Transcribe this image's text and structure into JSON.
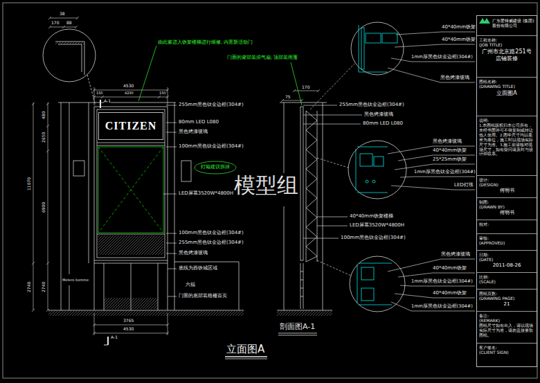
{
  "diagram": {
    "title": "立面图A",
    "nodes": [
      {
        "text": [
          "CITIZEN"
        ]
      },
      {
        "text": [
          "广东爱得威建设 (集团) 股份有限公司"
        ]
      },
      {
        "text": [
          "工程名称:",
          "(JOB TITLE)",
          "广州市北京路251号 店铺装修"
        ],
        "in": 1
      },
      {
        "text": [
          "图纸名称:",
          "(DRAWING TITLE)",
          "立面图A"
        ],
        "in": 1
      },
      {
        "text": [
          "说明:",
          "1.本图纸版权归本公司所有，未经书面许可不得复制或转让他人使用。2.图中尺寸均以毫米为单位，施工时以现场实际尺寸为准。3.施工前请核对现场尺寸，如有疑问请及时与设计师联系。"
        ],
        "in": 1
      },
      {
        "text": [
          "设计:",
          "(DESIGN)",
          "何明书"
        ],
        "in": 1
      },
      {
        "text": [
          "制图:",
          "(DRAWN BY)",
          "何明书"
        ],
        "in": 1
      },
      {
        "text": [
          "校对:"
        ],
        "in": 1
      },
      {
        "text": [
          "审核:",
          "(APPROVED)"
        ],
        "in": 1
      },
      {
        "text": [
          "日期:",
          "(DATE)",
          "2011-08-26"
        ],
        "in": 1
      },
      {
        "text": [
          "比例:",
          "(SCALE)"
        ],
        "in": 1
      },
      {
        "text": [
          "图纸页数:",
          "(DRAWING PAGE)",
          "21"
        ],
        "in": 1
      },
      {
        "text": [
          "备注:",
          "(REMARK)",
          "图纸尺寸如有出入，请以现场实际尺寸为准，请勿直接量取图纸。"
        ],
        "in": 1
      },
      {
        "text": [
          "客户签名:",
          "(CLIENT SIGN)"
        ],
        "in": 1
      }
    ],
    "labels": [
      "38",
      "170",
      "88",
      "4530",
      "150",
      "4230",
      "150",
      "A-1",
      "由此窗进入铁架楼梯进行维修, 内置新活动门",
      "门面的背部装排气扇, 顶部装雨蓬",
      "255mm黑色钛金边框(304#)",
      "80mm LED L080",
      "黑色烤漆玻璃",
      "100mm黑色钛金边框(304#)",
      "灯箱建议拆掉",
      "LED屏幕3520W*4800H",
      "100mm黑色钛金边框(304#)",
      "255mm黑色钛金边框(304#)",
      "黑色烤漆玻璃",
      "底线为西铁城区域",
      "门面的底部装格栅百页",
      "480",
      "2650",
      "6900",
      "11070",
      "2740",
      "2740",
      "Metero bomme",
      "六福",
      "3765",
      "4530",
      "A-1",
      "170",
      "75",
      "255mm黑色钛金边框(304#)",
      "黑色烤漆玻璃",
      "80mm LED L080",
      "40*40mm铁架楼梯",
      "LED屏幕3520W*4800H",
      "100mm黑色钛金边框(304#)",
      "剖面图A-1",
      "40*40mm铁架",
      "40*40mm铁架",
      "1mm厚黑色钛金边框(304#)",
      "黑色烤漆玻璃",
      "黑色烤漆玻璃",
      "40*40mm铁架",
      "25*25mm铁架",
      "1mm厚黑色钛金边框(304#)",
      "LED灯珠",
      "黑色烤漆玻璃",
      "40*40mm铁架",
      "1mm厚黑色钛金边框(304#)",
      "40*40mm铁架",
      "1mm厚黑色钛金边框(304#)",
      "模型组"
    ]
  }
}
